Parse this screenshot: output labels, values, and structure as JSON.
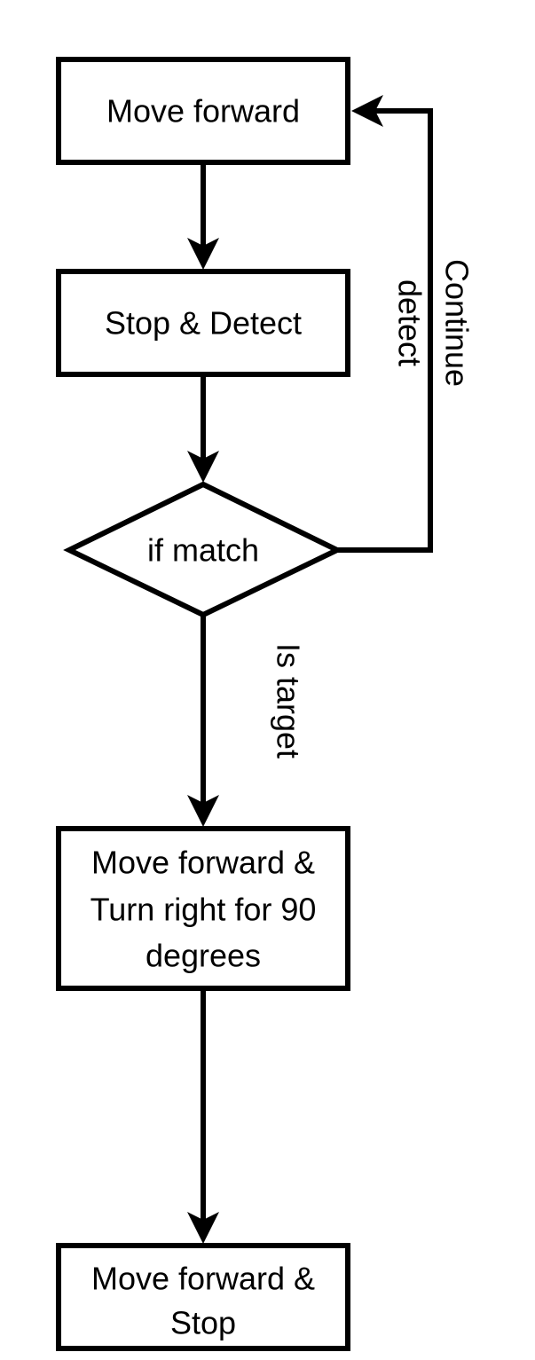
{
  "nodes": {
    "move_forward": {
      "label": "Move forward"
    },
    "stop_detect": {
      "label": "Stop & Detect"
    },
    "if_match": {
      "label": "if match"
    },
    "turn_right": {
      "lines": [
        "Move forward &",
        "Turn right for 90",
        "degrees"
      ]
    },
    "stop": {
      "lines": [
        "Move forward &",
        "Stop"
      ]
    }
  },
  "edges": {
    "continue_detect": {
      "lines": [
        "Continue",
        "detect"
      ]
    },
    "is_target": {
      "label": "Is target"
    }
  },
  "colors": {
    "stroke": "#000000",
    "fill": "#ffffff",
    "text": "#000000"
  }
}
